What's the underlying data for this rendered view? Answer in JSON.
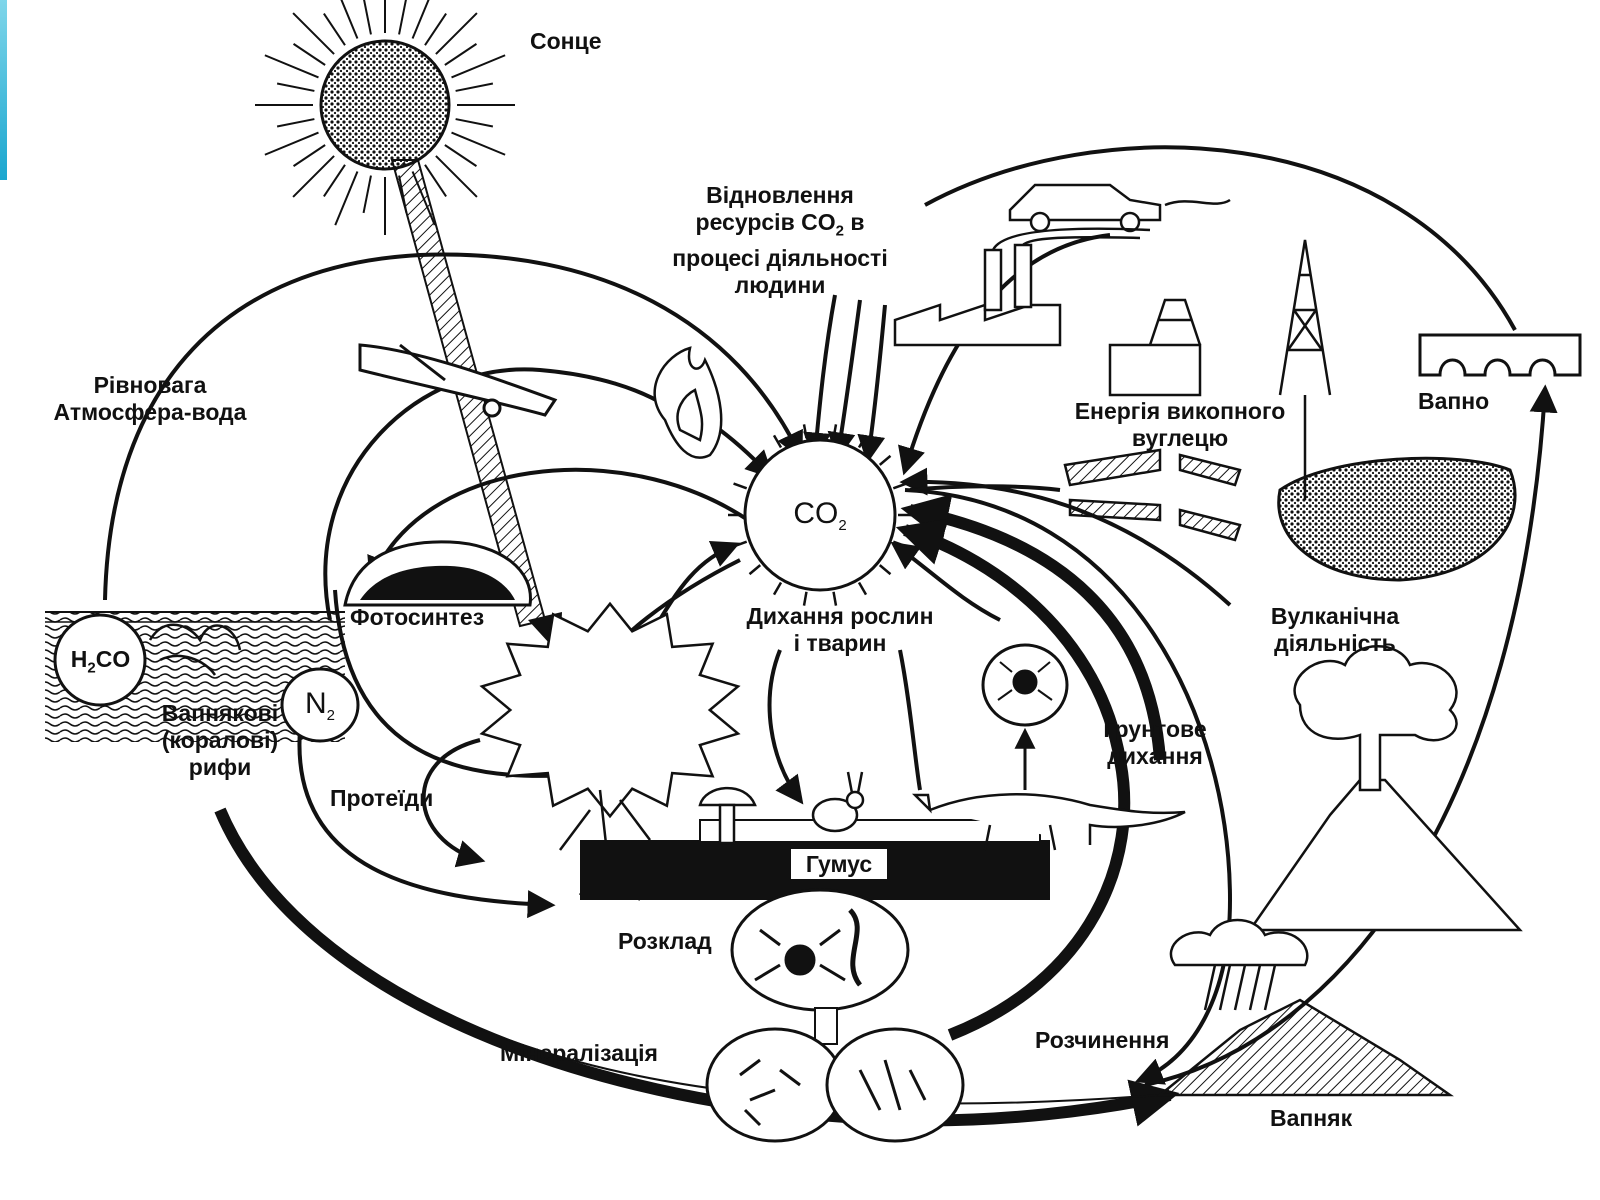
{
  "labels": {
    "sun": "Сонце",
    "human_l1": "Відновлення",
    "human_l2a": "ресурсів CO",
    "human_l2b": "2",
    "human_l2c": " в",
    "human_l3": "процесі діяльності",
    "human_l4": "людини",
    "balance_l1": "Рівновага",
    "balance_l2": "Атмосфера-вода",
    "h2co3_a": "H",
    "h2co3_b": "2",
    "h2co3_c": "CO",
    "co2_a": "CO",
    "co2_b": "2",
    "n2_a": "N",
    "n2_b": "2",
    "photosynthesis": "Фотосинтез",
    "reefs_l1": "Вапнякові",
    "reefs_l2": "(коралові)",
    "reefs_l3": "рифи",
    "proteins": "Протеїди",
    "respiration_l1": "Дихання рослин",
    "respiration_l2": "і тварин",
    "soil_l1": "Ґрунтове",
    "soil_l2": "дихання",
    "humus": "Гумус",
    "decomposition": "Розклад",
    "mineralization": "Мінералізація",
    "fossil_l1": "Енергія викопного",
    "fossil_l2": "вуглецю",
    "lime": "Вапно",
    "volcanic_l1": "Вулканічна",
    "volcanic_l2": "діяльність",
    "dissolution": "Розчинення",
    "limestone": "Вапняк"
  },
  "colors": {
    "ink": "#111111",
    "paper": "#ffffff",
    "accent": "#1aa6cf"
  }
}
